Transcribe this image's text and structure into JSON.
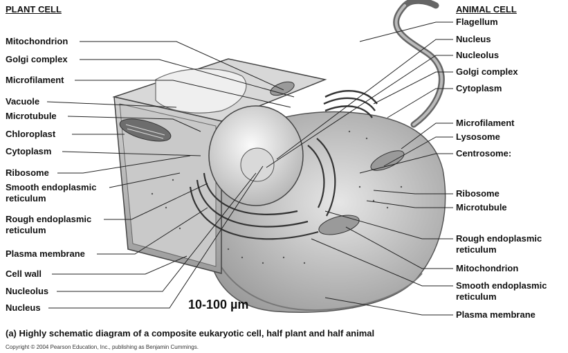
{
  "headers": {
    "plant": "PLANT CELL",
    "animal": "ANIMAL CELL"
  },
  "left_labels": [
    "Mitochondrion",
    "Golgi complex",
    "Microfilament",
    "Vacuole",
    "Microtubule",
    "Chloroplast",
    "Cytoplasm",
    "Ribosome",
    "Smooth endoplasmic reticulum",
    "Rough endoplasmic reticulum",
    "Plasma membrane",
    "Cell wall",
    "Nucleolus",
    "Nucleus"
  ],
  "right_labels": [
    "Flagellum",
    "Nucleus",
    "Nucleolus",
    "Golgi complex",
    "Cytoplasm",
    "Microfilament",
    "Lysosome",
    "Centrosome:",
    "Ribosome",
    "Microtubule",
    "Rough endoplasmic reticulum",
    "Mitochondrion",
    "Smooth endoplasmic reticulum",
    "Plasma membrane"
  ],
  "scale_text": "10-100 µm",
  "caption": "(a) Highly schematic diagram of a composite eukaryotic cell, half plant and half animal",
  "copyright": "Copyright © 2004 Pearson Education, Inc., publishing as Benjamin Cummings."
}
